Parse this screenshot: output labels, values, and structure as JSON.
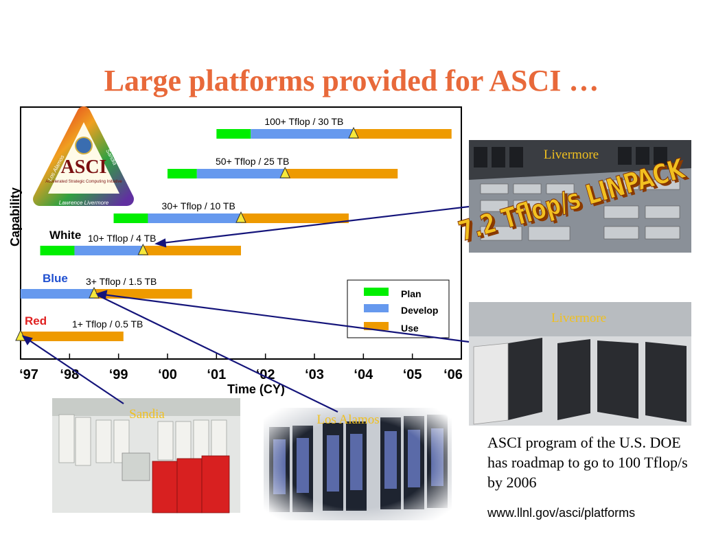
{
  "title": "Large platforms provided for ASCI …",
  "chart_data": {
    "type": "gantt-timeline",
    "ylabel": "Capability",
    "xlabel": "Time (CY)",
    "x_ticks": [
      "‘97",
      "‘98",
      "‘99",
      "‘00",
      "‘01",
      "‘02",
      "‘03",
      "‘04",
      "‘05",
      "‘06"
    ],
    "xlim": [
      1997,
      2006
    ],
    "legend": {
      "position": "bottom-right",
      "entries": [
        {
          "name": "Plan",
          "color": "#00ee00"
        },
        {
          "name": "Develop",
          "color": "#6699ee"
        },
        {
          "name": "Use",
          "color": "#ee9a00"
        }
      ]
    },
    "platforms": [
      {
        "name": "Red",
        "name_color": "#e02020",
        "spec": "1+ Tflop / 0.5 TB",
        "plan": null,
        "develop": null,
        "milestone": 1997.0,
        "use_end": 1999.1
      },
      {
        "name": "Blue",
        "name_color": "#2050d0",
        "spec": "3+ Tflop / 1.5 TB",
        "plan": null,
        "develop": [
          1997.0,
          1998.5
        ],
        "milestone": 1998.5,
        "use_end": 2000.5
      },
      {
        "name": "White",
        "name_color": "#000000",
        "spec": "10+ Tflop / 4 TB",
        "plan": [
          1997.4,
          1998.1
        ],
        "develop": [
          1998.1,
          1999.5
        ],
        "milestone": 1999.5,
        "use_end": 2001.5
      },
      {
        "name": "",
        "name_color": "#000000",
        "spec": "30+ Tflop / 10 TB",
        "plan": [
          1998.9,
          1999.6
        ],
        "develop": [
          1999.6,
          2001.5
        ],
        "milestone": 2001.5,
        "use_end": 2003.7
      },
      {
        "name": "",
        "name_color": "#000000",
        "spec": "50+ Tflop / 25 TB",
        "plan": [
          2000.0,
          2000.6
        ],
        "develop": [
          2000.6,
          2002.4
        ],
        "milestone": 2002.4,
        "use_end": 2004.7
      },
      {
        "name": "",
        "name_color": "#000000",
        "spec": "100+ Tflop / 30 TB",
        "plan": [
          2001.0,
          2001.7
        ],
        "develop": [
          2001.7,
          2003.8
        ],
        "milestone": 2003.8,
        "use_end": 2005.8
      }
    ]
  },
  "logo": {
    "main_text": "ASCI",
    "subtitle": "Accelerated Strategic Computing Initiative",
    "lab_left": "Los Alamos",
    "lab_right": "Sandia",
    "lab_bottom": "Lawrence Livermore"
  },
  "photos": {
    "livermore_top": "Livermore",
    "livermore_bottom": "Livermore",
    "sandia": "Sandia",
    "los_alamos": "Los Alamos"
  },
  "linpack_banner": "7.2 Tflop/s LINPACK",
  "caption": "ASCI program of the U.S. DOE has roadmap to go to 100 Tflop/s by 2006",
  "url": "www.llnl.gov/asci/platforms"
}
